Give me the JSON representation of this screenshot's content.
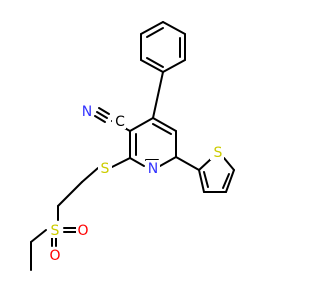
{
  "molecule": {
    "atoms": {
      "nitrile_C": {
        "symbol": "C",
        "color": "#000000"
      },
      "nitrile_N": {
        "symbol": "N",
        "color": "#3333ff"
      },
      "pyridine_N": {
        "symbol": "N",
        "color": "#3333ff"
      },
      "thioether_S": {
        "symbol": "S",
        "color": "#cccc00"
      },
      "thiophene_S": {
        "symbol": "S",
        "color": "#cccc00"
      },
      "sulfonyl_S": {
        "symbol": "S",
        "color": "#cccc00"
      },
      "sulfonyl_O1": {
        "symbol": "O",
        "color": "#ff0000"
      },
      "sulfonyl_O2": {
        "symbol": "O",
        "color": "#ff0000"
      }
    },
    "colors": {
      "bond": "#000000",
      "background": "#ffffff"
    }
  }
}
